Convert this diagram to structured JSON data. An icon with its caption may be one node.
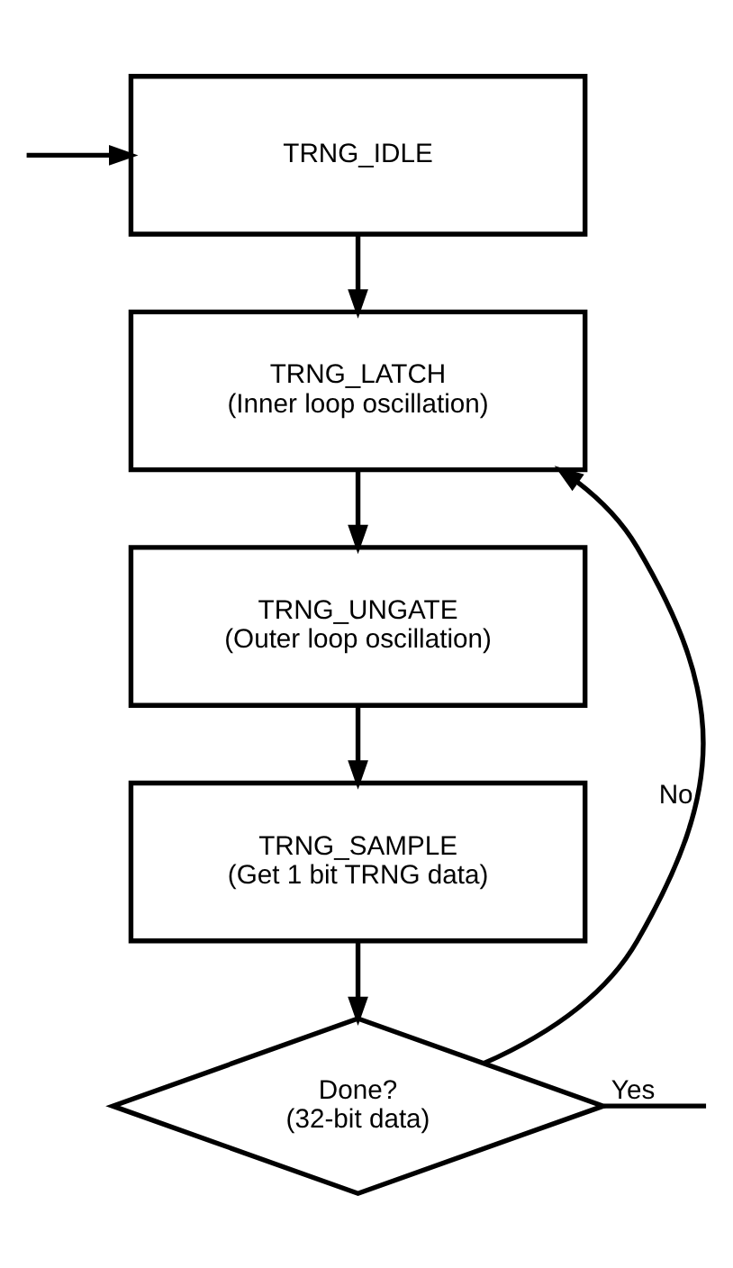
{
  "diagram": {
    "nodes": [
      {
        "text": [
          "TRNG_IDLE"
        ]
      },
      {
        "text": [
          "TRNG_LATCH",
          "(Inner loop oscillation)"
        ]
      },
      {
        "text": [
          "TRNG_UNGATE",
          "(Outer loop oscillation)"
        ]
      },
      {
        "text": [
          "TRNG_SAMPLE",
          "(Get 1 bit TRNG data)"
        ]
      },
      {
        "text": [
          "Done?",
          "(32-bit data)"
        ]
      }
    ],
    "edges": [
      {
        "from": null,
        "to": 0,
        "arrow": "to"
      },
      {
        "from": 0,
        "to": 1,
        "arrow": "to"
      },
      {
        "from": 1,
        "to": 2,
        "arrow": "to"
      },
      {
        "from": 2,
        "to": 3,
        "arrow": "to"
      },
      {
        "from": 3,
        "to": 4,
        "arrow": "to"
      },
      {
        "from": 4,
        "to": 1,
        "arrow": "to",
        "label": "No"
      },
      {
        "from": 4,
        "to": null,
        "arrow": "none",
        "label": "Yes"
      }
    ]
  }
}
